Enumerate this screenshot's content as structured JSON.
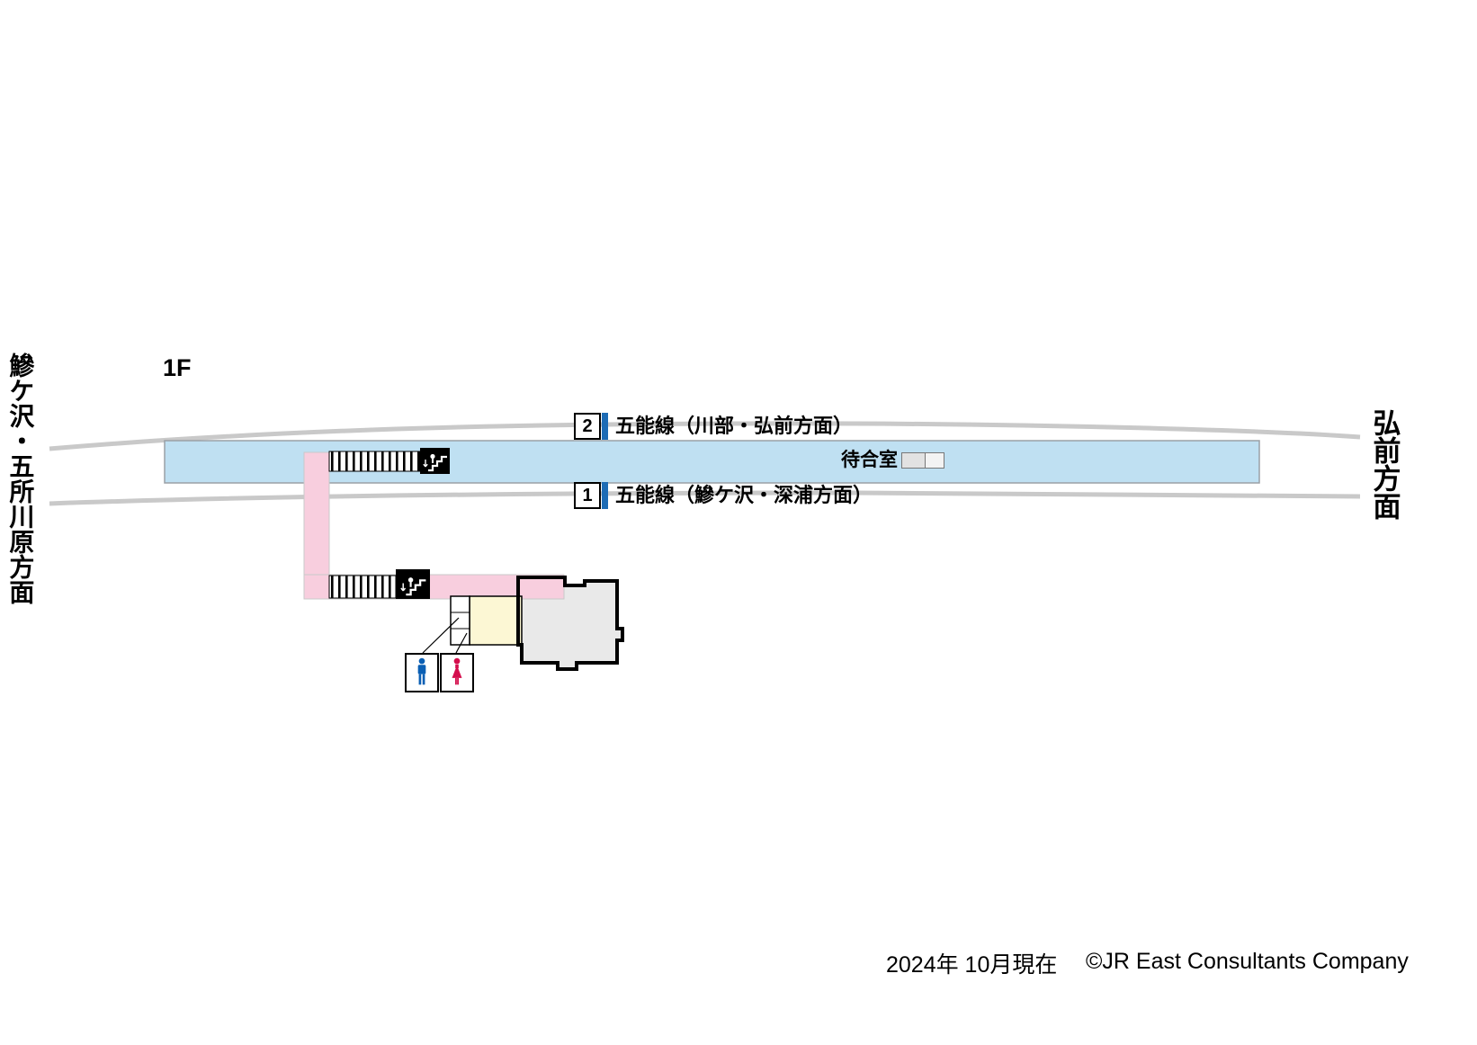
{
  "title": {
    "floor": "1F"
  },
  "directions": {
    "left": "鰺ケ沢・五所川原方面",
    "right": "弘前方面"
  },
  "platforms": [
    {
      "number": "2",
      "line_label": "五能線（川部・弘前方面）"
    },
    {
      "number": "1",
      "line_label": "五能線（鰺ケ沢・深浦方面）"
    }
  ],
  "facilities": {
    "waiting_room": "待合室"
  },
  "icons": {
    "upper_stairs": "stairs-down-icon",
    "lower_stairs": "stairs-down-icon",
    "toilet_male": "male-icon",
    "toilet_female": "female-icon"
  },
  "footer": {
    "date": "2024年 10月現在",
    "copyright": "©JR East Consultants Company"
  },
  "colors": {
    "platform_fill": "#bfe0f2",
    "corridor_fill": "#f8cede",
    "track_gray": "#c9c9c9",
    "line_bar_blue": "#1e6cb5",
    "building_fill": "#e9e9e9",
    "room_yellow": "#fcf7d4",
    "male_blue": "#0a5fb4",
    "female_red": "#d40f4d"
  }
}
